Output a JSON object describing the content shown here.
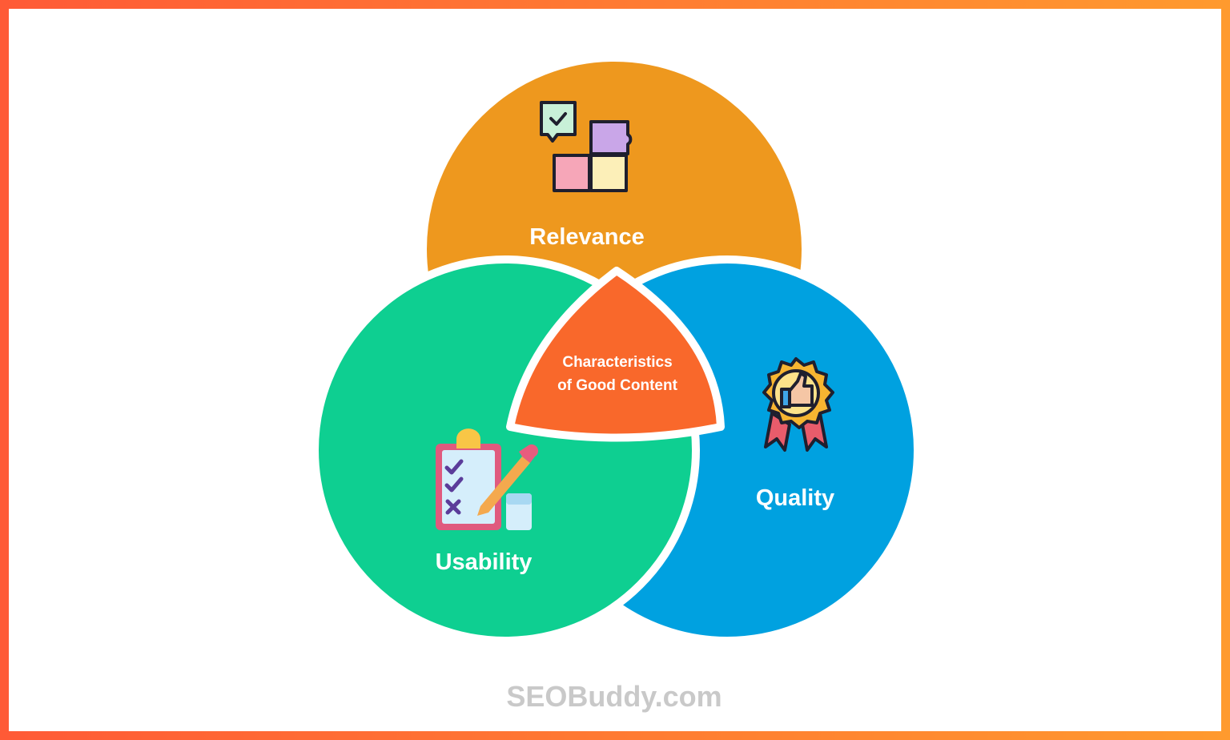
{
  "diagram": {
    "circles": [
      {
        "id": "relevance",
        "label": "Relevance",
        "color": "#EE981E",
        "icon": "puzzle-pieces-icon"
      },
      {
        "id": "usability",
        "label": "Usability",
        "color": "#0ECF91",
        "icon": "checklist-clipboard-icon"
      },
      {
        "id": "quality",
        "label": "Quality",
        "color": "#00A1E0",
        "icon": "thumbs-up-badge-icon"
      }
    ],
    "center": {
      "line1": "Characteristics",
      "line2": "of Good Content",
      "color": "#F9682B"
    }
  },
  "brand": "SEOBuddy.com",
  "frame": {
    "gradient_start": "#FF5A36",
    "gradient_end": "#FF9A2E"
  }
}
